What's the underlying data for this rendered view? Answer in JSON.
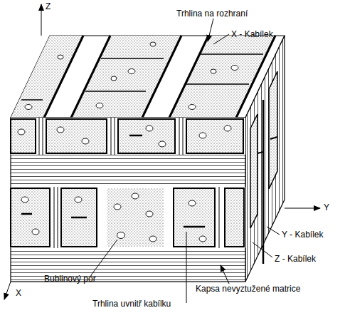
{
  "diagram": {
    "labels": [
      "Z",
      "Trhlina na rozhraní",
      "X - Kabílek",
      "Y",
      "Y - Kabílek",
      "Z - Kabílek",
      "X",
      "Bublinový pór",
      "Kapsa nevyztužené matrice",
      "Trhlina uvnitř kabílku"
    ]
  }
}
